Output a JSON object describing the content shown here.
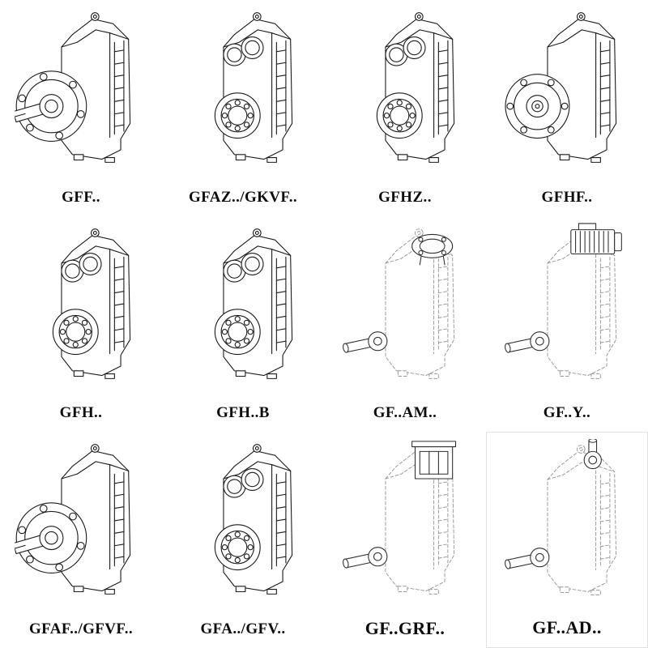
{
  "page": {
    "background": "#ffffff",
    "ink_color": "#1b1b1b",
    "dashed_ink_color": "#979797"
  },
  "grid": {
    "items": [
      {
        "label": "GFF..",
        "icon": "gearbox-flange-output-drawing",
        "symbol": "#sym-flange"
      },
      {
        "label": "GFAZ../GKVF..",
        "icon": "gearbox-hollow-shaft-drawing",
        "symbol": "#sym-bores"
      },
      {
        "label": "GFHZ..",
        "icon": "gearbox-hollow-shaft-drawing",
        "symbol": "#sym-bores"
      },
      {
        "label": "GFHF..",
        "icon": "gearbox-flange-hollow-drawing",
        "symbol": "#sym-flange2"
      },
      {
        "label": "GFH..",
        "icon": "gearbox-hollow-shaft-drawing",
        "symbol": "#sym-bores"
      },
      {
        "label": "GFH..B",
        "icon": "gearbox-hollow-shaft-drawing",
        "symbol": "#sym-bores"
      },
      {
        "label": "GF..AM..",
        "icon": "gearbox-motor-adapter-drawing",
        "symbol": "#sym-dash-am"
      },
      {
        "label": "GF..Y..",
        "icon": "gearmotor-with-motor-drawing",
        "symbol": "#sym-dash-y"
      },
      {
        "label": "GFAF../GFVF..",
        "icon": "gearbox-flange-output-drawing",
        "symbol": "#sym-flange"
      },
      {
        "label": "GFA../GFV..",
        "icon": "gearbox-hollow-shaft-drawing",
        "symbol": "#sym-bores"
      },
      {
        "label": "GF..GRF..",
        "icon": "gearbox-input-housing-drawing",
        "symbol": "#sym-dash-grf"
      },
      {
        "label": "GF..AD..",
        "icon": "gearbox-input-shaft-drawing",
        "symbol": "#sym-dash-ad"
      }
    ]
  }
}
